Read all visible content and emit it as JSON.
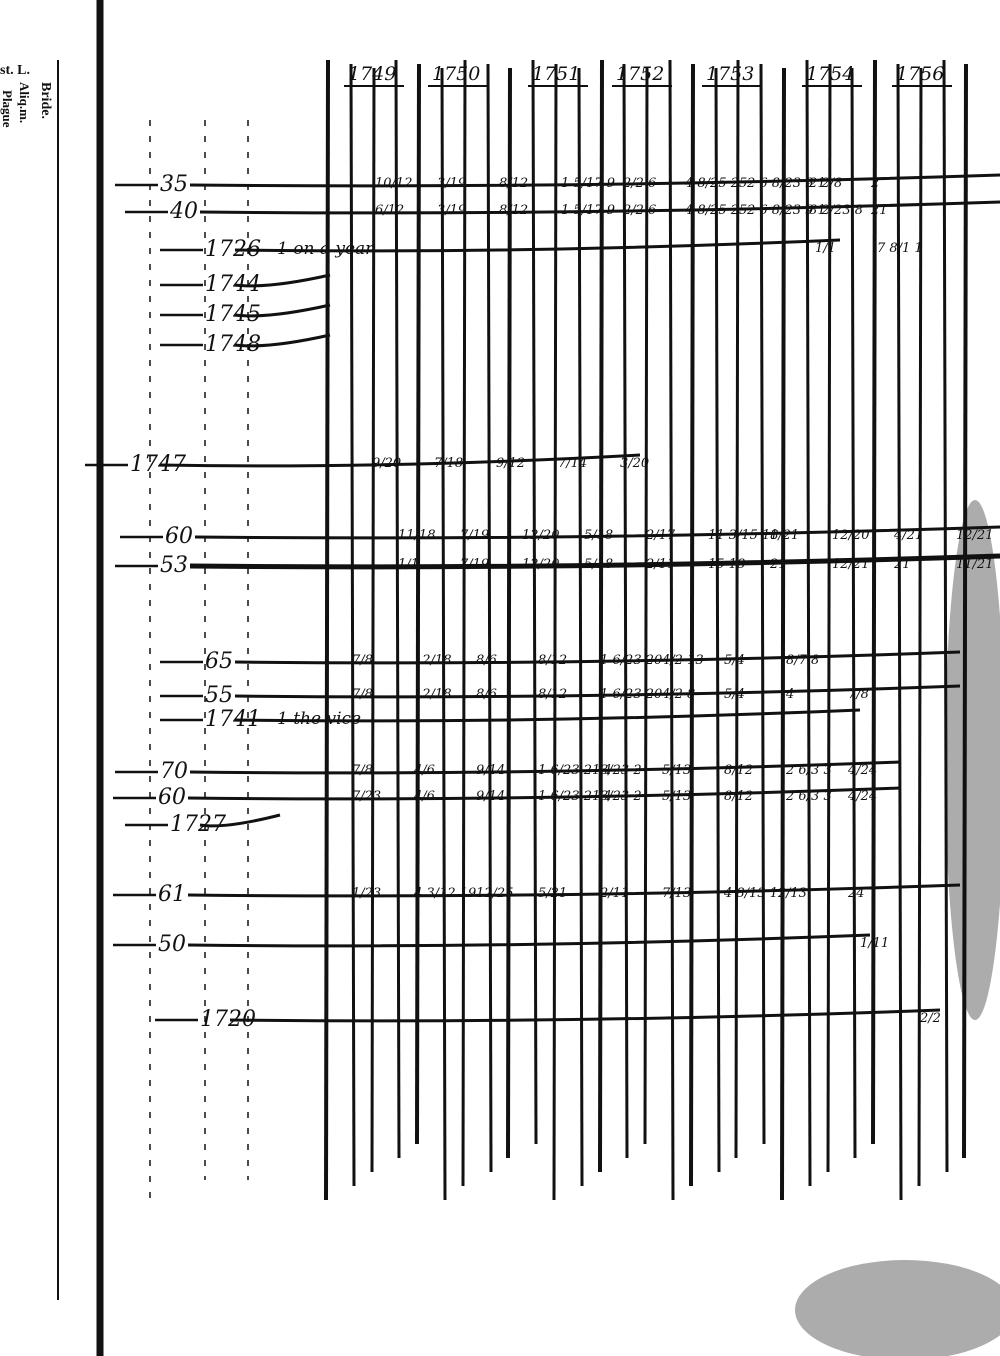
{
  "page": {
    "paper_color": "#ffffff",
    "ink_color": "#111111"
  },
  "left_margin": {
    "printed_headers": [
      "st. L.",
      "Bride.",
      "Aliq.m.",
      "Plague"
    ]
  },
  "year_headers": [
    "1749",
    "1750",
    "1751",
    "1752",
    "1753",
    "1754",
    "1756"
  ],
  "row_labels": [
    {
      "label": "35",
      "annotation": "",
      "entries": [
        "10/12",
        "3/19",
        "8/12",
        "1 5/17 9",
        "2/2 6",
        "4 8/25 25",
        "2 6 8/23 9 1",
        "2 2/8",
        "2"
      ]
    },
    {
      "label": "40",
      "annotation": "",
      "entries": [
        "6/12",
        "3/19",
        "8/12",
        "1 5/17 9",
        "2/2 6",
        "4 8/25 25",
        "2 6 8/23 9 1",
        "8 2/23 8",
        "21"
      ]
    },
    {
      "label": "1726",
      "annotation": "1 on a year",
      "entries": [
        "1/1",
        "7 8/1 1"
      ]
    },
    {
      "label": "1744",
      "annotation": "",
      "entries": []
    },
    {
      "label": "1745",
      "annotation": "",
      "entries": []
    },
    {
      "label": "1748",
      "annotation": "",
      "entries": []
    },
    {
      "label": "1747",
      "annotation": "",
      "entries": [
        "9/20",
        "7/18",
        "9/12",
        "7/14",
        "3/20"
      ]
    },
    {
      "label": "60",
      "annotation": "",
      "entries": [
        "11/18",
        "7/19",
        "12/20",
        "5/18",
        "2/17",
        "11 3/15 18",
        "1/21",
        "12/20",
        "4/21",
        "12/21"
      ]
    },
    {
      "label": "53",
      "annotation": "",
      "entries": [
        "1/1",
        "7/19",
        "12/20",
        "5/18",
        "2/11",
        "15 18",
        "21",
        "12/21",
        "21",
        "11/21"
      ]
    },
    {
      "label": "65",
      "annotation": "",
      "entries": [
        "7/8",
        "12/18",
        "8/6",
        "8/12",
        "1 6/23 20",
        "4/2 13",
        "5/4",
        "8/7 8"
      ]
    },
    {
      "label": "55",
      "annotation": "",
      "entries": [
        "7/8",
        "12/18",
        "8/6",
        "8/12",
        "1 6/23 20",
        "4/2 8",
        "5/4",
        "4",
        "7/8"
      ]
    },
    {
      "label": "1741",
      "annotation": "1 the vice",
      "entries": []
    },
    {
      "label": "70",
      "annotation": "",
      "entries": [
        "7/8",
        "4/6",
        "9/14",
        "1 6/23 21 1",
        "3/23 2",
        "5/13",
        "8/12",
        "2 6/3 3",
        "4/24"
      ]
    },
    {
      "label": "60",
      "annotation": "",
      "entries": [
        "7/23",
        "4/6",
        "9/14",
        "1 6/23 21 1",
        "3/23 2",
        "5/13",
        "8/12",
        "2 6/3 3",
        "4/24"
      ]
    },
    {
      "label": "1727",
      "annotation": "",
      "entries": []
    },
    {
      "label": "61",
      "annotation": "",
      "entries": [
        "1/23",
        "4 3/12 19",
        "12/25",
        "5/21",
        "2/11",
        "7/13",
        "4 8/13 12",
        "/13",
        "24"
      ]
    },
    {
      "label": "50",
      "annotation": "",
      "entries": [
        "1/11"
      ]
    },
    {
      "label": "1720",
      "annotation": "",
      "entries": [
        "2/2"
      ]
    }
  ]
}
